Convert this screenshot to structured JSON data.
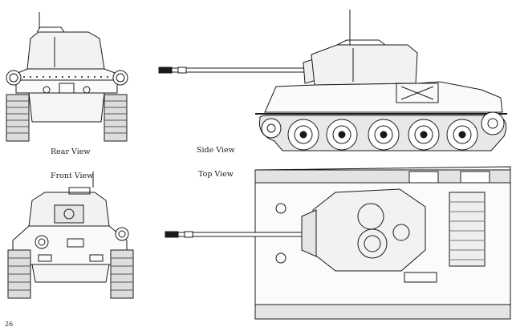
{
  "document": {
    "page_number": "26",
    "captions": {
      "rear": "Rear View",
      "side": "Side View",
      "front": "Front View",
      "top": "Top View"
    }
  }
}
